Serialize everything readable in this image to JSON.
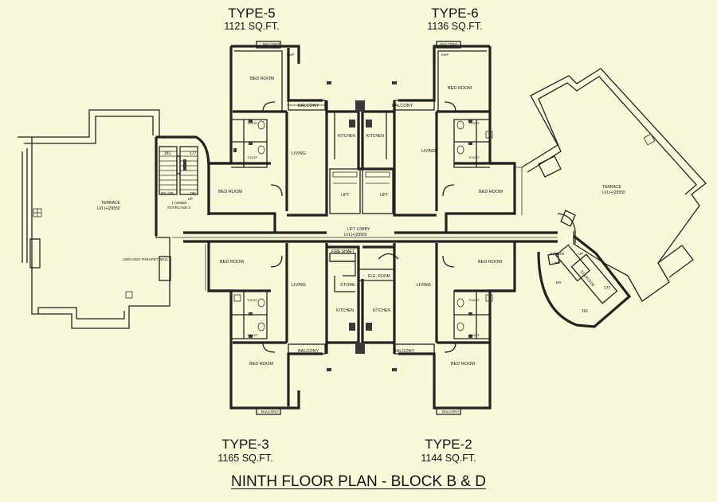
{
  "plan_title": "NINTH FLOOR PLAN - BLOCK B & D",
  "units": {
    "type5": {
      "title": "TYPE-5",
      "area": "1121 SQ.FT."
    },
    "type6": {
      "title": "TYPE-6",
      "area": "1136 SQ.FT."
    },
    "type3": {
      "title": "TYPE-3",
      "area": "1165 SQ.FT."
    },
    "type2": {
      "title": "TYPE-2",
      "area": "1144 SQ.FT."
    }
  },
  "rooms": {
    "bed_room": "BED ROOM",
    "balcony": "BALCONY",
    "living": "LIVING",
    "kitchen": "KITCHEN",
    "toilet": "TOILET",
    "lift": "LIFT",
    "store": "STORE",
    "ele_room": "ELE. ROOM",
    "fire_shaft": "FIRE SHAFT",
    "terrace": "TERRACE",
    "parapet": "1000 HIGH PARAPET WALL",
    "lift_lobby": "LIFT LOBBY",
    "staircase4": "STAIRCASE-4",
    "staircase": "STAIRCASE",
    "up": "UP",
    "dn": "DN",
    "rwp": "RWP"
  },
  "levels": {
    "terrace_level": "LVL(+)29550",
    "lobby_level": "LVL(+)29550",
    "stair_level": "(+)29550"
  },
  "stair_steps": {
    "a": "181",
    "b": "177",
    "c": "189",
    "d": "190",
    "e": "161"
  }
}
